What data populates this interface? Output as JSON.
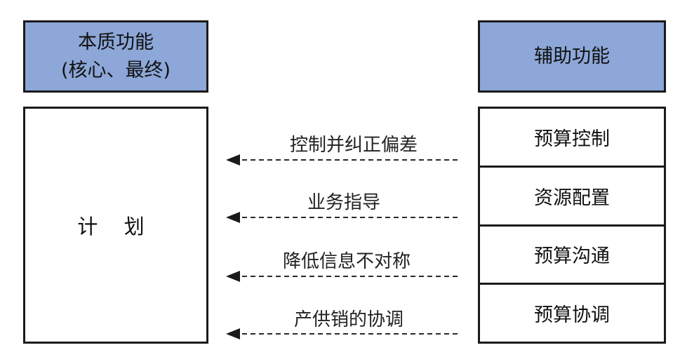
{
  "left_header": {
    "line1": "本质功能",
    "line2": "(核心、最终)"
  },
  "right_header": {
    "label": "辅助功能"
  },
  "plan_box": {
    "label": "计 划"
  },
  "aux_items": [
    {
      "label": "预算控制"
    },
    {
      "label": "资源配置"
    },
    {
      "label": "预算沟通"
    },
    {
      "label": "预算协调"
    }
  ],
  "arrows": [
    {
      "label": "控制并纠正偏差"
    },
    {
      "label": "业务指导"
    },
    {
      "label": "降低信息不对称"
    },
    {
      "label": "产供销的协调"
    }
  ],
  "colors": {
    "header_fill": "#8ca7d8",
    "border": "#1a1a1a",
    "arrow": "#2a2a2a"
  }
}
